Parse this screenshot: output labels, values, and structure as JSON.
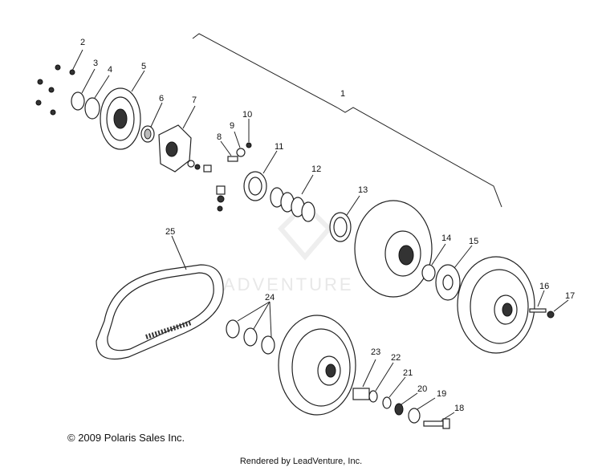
{
  "callouts": [
    "1",
    "2",
    "3",
    "4",
    "5",
    "6",
    "7",
    "8",
    "9",
    "10",
    "11",
    "12",
    "13",
    "14",
    "15",
    "16",
    "17",
    "18",
    "19",
    "20",
    "21",
    "22",
    "23",
    "24",
    "25"
  ],
  "watermark": "LEADVENTURE",
  "copyright": "© 2009 Polaris Sales Inc.",
  "rendered_by": "Rendered by LeadVenture, Inc."
}
